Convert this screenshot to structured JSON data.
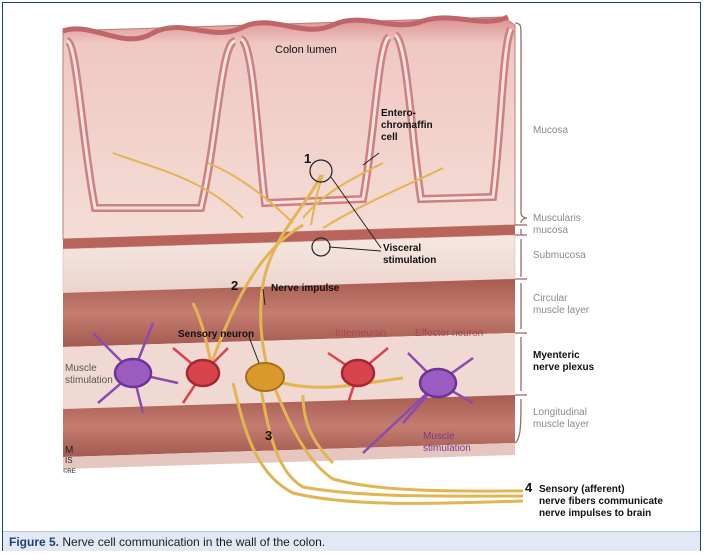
{
  "labels": {
    "colon_lumen": "Colon lumen",
    "entero_1": "Entero-",
    "entero_2": "chromaffin",
    "entero_3": "cell",
    "num_1": "1",
    "visceral_1": "Visceral",
    "visceral_2": "stimulation",
    "num_2": "2",
    "nerve_impulse": "Nerve impulse",
    "sensory_neuron": "Sensory neuron",
    "interneuron": "Interneuron",
    "effector_neuron": "Effector neuron",
    "muscle_stim_left_1": "Muscle",
    "muscle_stim_left_2": "stimulation",
    "muscle_stim_right_1": "Muscle",
    "muscle_stim_right_2": "stimulation",
    "num_3": "3",
    "num_4": "4",
    "afferent_1": "Sensory (afferent)",
    "afferent_2": "nerve fibers communicate",
    "afferent_3": "nerve impulses to brain",
    "signature_1": "M",
    "signature_2": "IS",
    "signature_3": "©RE"
  },
  "layers": {
    "mucosa": "Mucosa",
    "muscularis_1": "Muscularis",
    "muscularis_2": "mucosa",
    "submucosa": "Submucosa",
    "circular_1": "Circular",
    "circular_2": "muscle layer",
    "myenteric_1": "Myenteric",
    "myenteric_2": "nerve plexus",
    "longitudinal_1": "Longitudinal",
    "longitudinal_2": "muscle layer"
  },
  "caption": {
    "label": "Figure 5.",
    "text": " Nerve cell communication in the wall of the colon."
  },
  "colors": {
    "frame": "#1f3f7a",
    "caption_bg": "#e3e9f4",
    "mucosa": "#f1d3cc",
    "muscle": "#b86a5f",
    "nerve": "#e2b552",
    "sensory": "#d99a2b",
    "interneuron": "#d8434e",
    "effector": "#8b4bb0"
  }
}
